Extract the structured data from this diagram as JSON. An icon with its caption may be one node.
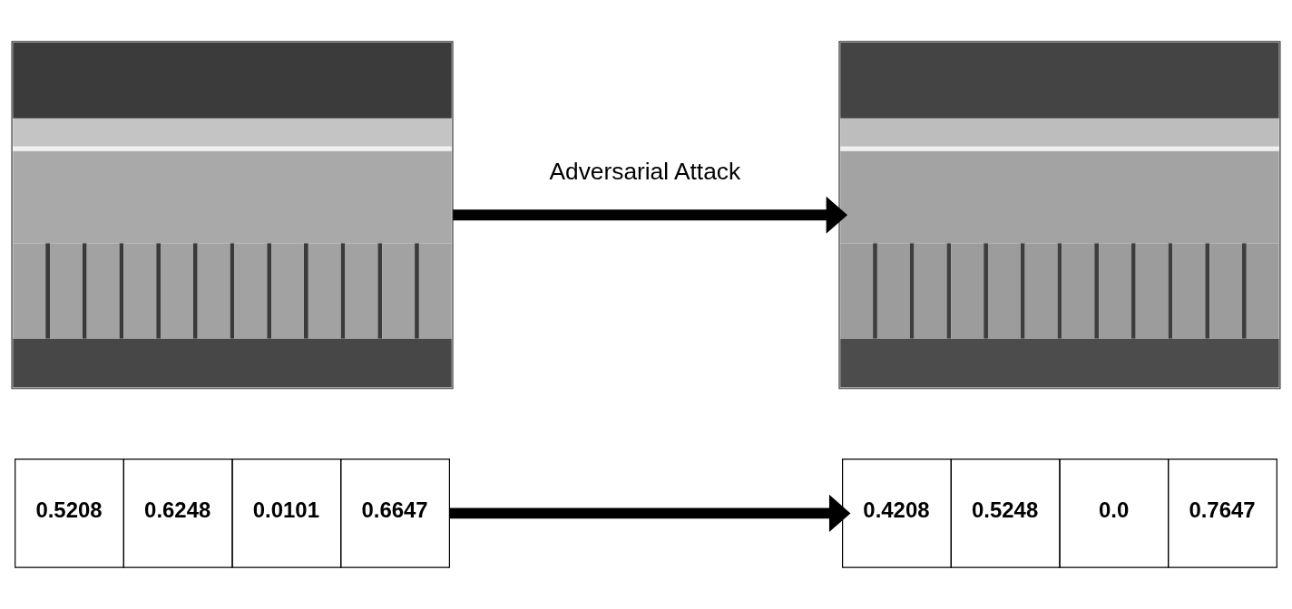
{
  "diagram": {
    "nodes": [
      {
        "text": [],
        "shape": "picture"
      },
      {
        "text": [],
        "shape": "picture"
      },
      {
        "text": [
          "0.5208",
          "0.6248",
          "0.0101",
          "0.6647"
        ]
      },
      {
        "text": [
          "0.4208",
          "0.5248",
          "0.0",
          "0.7647"
        ]
      }
    ],
    "edges": [
      {
        "from": 0,
        "to": 1,
        "arrow": "to",
        "label": "Adversarial Attack"
      },
      {
        "from": 2,
        "to": 3,
        "arrow": "to"
      }
    ]
  }
}
